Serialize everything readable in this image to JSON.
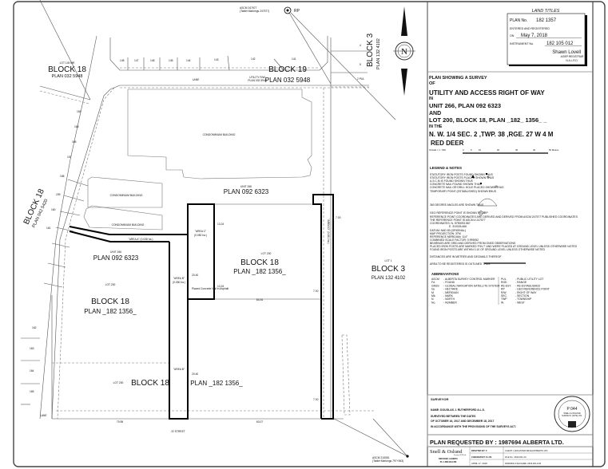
{
  "land_titles": {
    "heading": "LAND TITLES",
    "plan_label": "PLAN No.",
    "plan_no": "182 1357",
    "entered": "ENTERED AND REGISTERED",
    "on_label": "ON",
    "date": "May 7, 2018",
    "instrument_label": "INSTRUMENT No.",
    "instrument_no": "182 105 012",
    "registrar": "Shawn Lovell",
    "registrar_title": "A/DEP.REGISTRAR",
    "office": "N.A.L.R.D."
  },
  "title_block": {
    "line1": "PLAN SHOWING A SURVEY",
    "line2": "OF",
    "line3": "UTILITY AND ACCESS RIGHT OF WAY",
    "line4": "IN",
    "line5": "UNIT 266, PLAN 092 6323",
    "line6": "AND",
    "line7": "LOT 200, BLOCK 18, PLAN _182_ 1356_ _",
    "line8": "IN THE",
    "line9": "N. W. 1/4  SEC. 2    ,TWP. 38 ,RGE. 27 W 4 M",
    "line10": "RED DEER",
    "scale": "SCALE = 1 : 500",
    "scale_ticks": [
      "0",
      "5",
      "10",
      "20",
      "30",
      "40",
      "50 Metres"
    ]
  },
  "legend": {
    "heading": "LEGEND & NOTES",
    "items": [
      "STATUTORY IRON POSTS FOUND SHOWN THUS",
      "STATUTORY IRON POSTS PLACED SHOWN THUS",
      "A.S.C.M IS FOUND SHOWN THUS",
      "CONCRETE NAIL FOUND SHOWN THUS",
      "CONCRETE NAIL OR DRILL HOLE PLACED SHOWN THUS",
      "TEMPORARY POINT (ESTABLISHED) SHOWN THUS",
      "360 DEGREE ANGLES ARE SHOWN THUS"
    ],
    "notes": [
      "GEO REFERENCE POINT IS SHOWN THUS",
      "REFERENCE POINT COORDINATES ARE DERIVED AND DERIVED FROM ASCM 247577 PUBLISHED COORDINATES",
      "THE REFERENCE POINT IS ASCM # 247577",
      "COORDINATES:   N. 5790093.567",
      "E.   310026.466",
      "DATUM:  NAD 83 (ORIGINAL)",
      "MAP PROJECTION:  3TM",
      "REFERENCE MERIDIAN:  114°",
      "COMBINED SCALE FACTOR:  0.999052",
      "BEARINGS ARE GRID AND DERIVED FROM GNSS OBSERVATIONS",
      "PLACED IRON POSTS ARE MARKED 'PIN-T' AND WERE PLACED AT GROUND LEVEL UNLESS OTHERWISE NOTED",
      "FOUND IRON POSTS ARE WITHIN 0.10 OF GROUND LEVEL UNLESS OTHERWISE NOTED",
      "DISTANCES ARE IN METRES AND DECIMALS THEREOF",
      "AREA TO BE REGISTERED IS OUTLINED THUS"
    ],
    "rp": "RP"
  },
  "abbreviations": {
    "heading": "ABBREVIATIONS",
    "left": [
      [
        "ASCM",
        "- ALBERTA SURVEY CONTROL MARKER"
      ],
      [
        "Fd.",
        "- FOUND"
      ],
      [
        "GNSS",
        "- GLOBAL NAVIGATION SATELLITE SYSTEM"
      ],
      [
        "ha",
        "- HECTARE"
      ],
      [
        "M",
        "- MERIDIAN"
      ],
      [
        "Mk.",
        "- MARK"
      ],
      [
        "N.",
        "- NORTH"
      ],
      [
        "No.",
        "- NUMBER"
      ]
    ],
    "right": [
      [
        "PUL",
        "- PUBLIC UTILITY LOT"
      ],
      [
        "RGE.",
        "- RANGE"
      ],
      [
        "RE-EST.",
        "- RE-ESTABLISHED"
      ],
      [
        "RP",
        "- GEO REFERENCE POINT"
      ],
      [
        "R/W",
        "- RIGHT OF WAY"
      ],
      [
        "SEC.",
        "- SECTION"
      ],
      [
        "TWP",
        "- TOWNSHIP"
      ],
      [
        "W.",
        "- WEST"
      ]
    ]
  },
  "surveyor": {
    "heading": "SURVEYOR",
    "name": "NAME:  DOUGLAS J. RUTHERFORD    A.L.S.",
    "line1": "SURVEYED  BETWEEN THE DATES",
    "line2": "OF OCTOBER 16, 2017 AND DECEMBER 18, 2017",
    "line3": "IN ACCORDANCE WITH THE PROVISIONS OF THE SURVEYS ACT.",
    "seal_permit": "P 044",
    "seal_line1": "SNELL & OSLUND",
    "seal_line2": "SURVEYS (1979) LTD."
  },
  "requested_by": "PLAN REQUESTED BY : 1987694 ALBERTA LTD.",
  "footer": {
    "company": "Snell & Oslund",
    "company_sub": "Surveys (1979) Ltd.",
    "city": "RED DEER, ALBERTA",
    "phone": "Ph. 1-888-916-1366",
    "drafted": "DRAFTED BY:  F",
    "checked": "CHECKED BY: D.J.R.",
    "date": "APRIL 17, 2018",
    "client": "CLIENT:  LANCASTER DEVELOPMENTS LTD.",
    "file": "FILE No.:  2643-001-1C",
    "drawing": "DRAWING FILE NAME:  2643-001-1CR"
  },
  "map": {
    "block19": "BLOCK 19",
    "block19_plan": "PLAN 032 5948",
    "block18_nw_lot": "LOT 149 MR",
    "block18_nw": "BLOCK 18",
    "block18_nw_plan": "PLAN 032 5948",
    "block3_ne": "BLOCK 3",
    "block3_ne_plan": "PLAN 132 4102",
    "block18_w": "BLOCK 18",
    "block18_w_plan": "PLAN 042 5420",
    "lane": "LANE",
    "ascm_top": "ASCM 247577",
    "ascm_top_sub": "(Tablet Markings 247577)",
    "rp": "RP",
    "pul": "2 PUL",
    "utility_top": "UTILITY R/W",
    "utility_top_plan": "PLAN 032 5948",
    "condo1": "CONDOMINIUM BUILDING",
    "condo2": "CONDOMINIUM BUILDING",
    "condo3": "CONDOMINIUM BUILDING",
    "unit266_a": "UNIT 266",
    "plan_a": "PLAN 092 6323",
    "unit266_b": "UNIT 266",
    "plan_b": "PLAN 092 6323",
    "area_a": "\"AREA A\"  (0.038 ha.)",
    "area_b": "\"AREA B\"",
    "area_b_ha": "(0.050 ha.)",
    "area_c": "\"AREA C\"",
    "area_c_ha": "(0.050 ha.)",
    "area_d": "\"AREA D\"  (0.081 ha.)",
    "lot200_a": "LOT 200",
    "block18_a": "BLOCK 18",
    "plan18_a": "PLAN _182 1356_",
    "lot200_b": "LOT 200",
    "block18_b": "BLOCK 18",
    "plan18_b": "PLAN _182 1356_",
    "lot200_c": "LOT 200",
    "block18_c": "BLOCK 18",
    "plan18_c": "PLAN _182 1356_",
    "lot1": "LOT 1",
    "block3_e": "BLOCK 3",
    "block3_e_plan": "PLAN 132 4102",
    "street": "22 STREET",
    "ascm_bottom": "ASCM 215081",
    "ascm_bottom_sub": "(Tablet Markings 797+363)",
    "dim_8334": "83.34",
    "dim_7998": "79.98",
    "dim_6307": "63.07",
    "dim_1524a": "13.24",
    "dim_1524b": "13.24",
    "dim_700a": "7.00",
    "dim_700b": "7.00",
    "dim_700c": "7.00",
    "dim_2040a": "20.40",
    "dim_2040b": "20.40",
    "nail": "Placed Concrete Nail in Asphalt",
    "lots_top": [
      "148",
      "147",
      "146",
      "145",
      "144",
      "143",
      "142",
      "141"
    ],
    "lots_west": [
      "154",
      "155",
      "156",
      "157",
      "158",
      "159",
      "160",
      "161",
      "162",
      "163",
      "164",
      "165"
    ],
    "lots_east": [
      "4",
      "5"
    ],
    "north": "N"
  }
}
